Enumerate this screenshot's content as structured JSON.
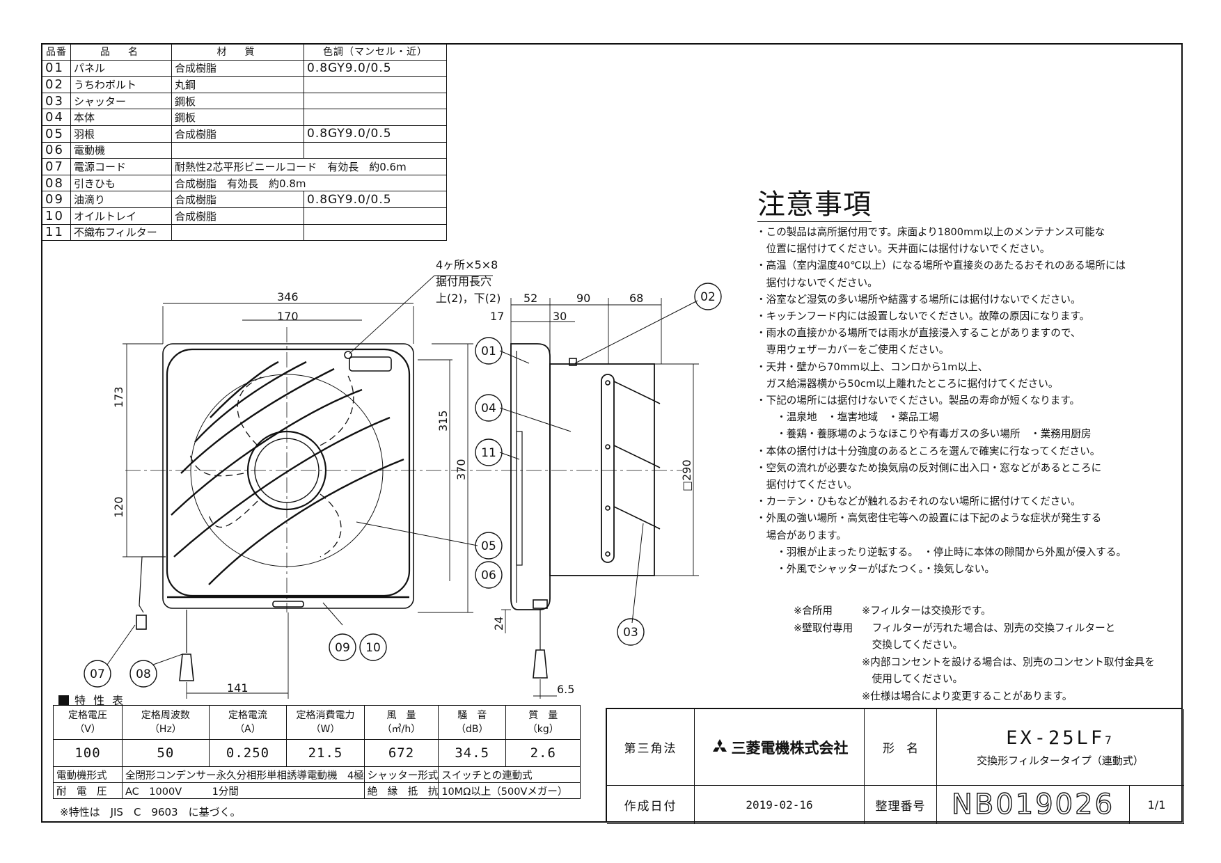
{
  "parts_table": {
    "headers": [
      "品番",
      "品　名",
      "材　質",
      "色調（マンセル・近）"
    ],
    "rows": [
      [
        "01",
        "パネル",
        "合成樹脂",
        "0.8GY9.0/0.5"
      ],
      [
        "02",
        "うちわボルト",
        "丸鋼",
        ""
      ],
      [
        "03",
        "シャッター",
        "鋼板",
        ""
      ],
      [
        "04",
        "本体",
        "鋼板",
        ""
      ],
      [
        "05",
        "羽根",
        "合成樹脂",
        "0.8GY9.0/0.5"
      ],
      [
        "06",
        "電動機",
        "",
        ""
      ],
      [
        "07",
        "電源コード",
        "耐熱性2芯平形ビニールコード　有効長　約0.6m",
        ""
      ],
      [
        "08",
        "引きひも",
        "合成樹脂　有効長　約0.8m",
        ""
      ],
      [
        "09",
        "油滴り",
        "合成樹脂",
        "0.8GY9.0/0.5"
      ],
      [
        "10",
        "オイルトレイ",
        "合成樹脂",
        ""
      ],
      [
        "11",
        "不織布フィルター",
        "",
        ""
      ]
    ]
  },
  "caution": {
    "title": "注意事項",
    "lines": [
      "・この製品は高所据付用です。床面より1800mm以上のメンテナンス可能な",
      "　位置に据付けてください。天井面には据付けないでください。",
      "・高温（室内温度40℃以上）になる場所や直接炎のあたるおそれのある場所には",
      "　据付けないでください。",
      "・浴室など湿気の多い場所や結露する場所には据付けないでください。",
      "・キッチンフード内には設置しないでください。故障の原因になります。",
      "・雨水の直接かかる場所では雨水が直接浸入することがありますので、",
      "　専用ウェザーカバーをご使用ください。",
      "・天井・壁から70mm以上、コンロから1m以上、",
      "　ガス給湯器横から50cm以上離れたところに据付けてください。",
      "・下記の場所には据付けないでください。製品の寿命が短くなります。",
      "　　・温泉地　・塩害地域　・薬品工場",
      "　　・養鶏・養豚場のようなほこりや有毒ガスの多い場所　・業務用厨房",
      "・本体の据付けは十分強度のあるところを選んで確実に行なってください。",
      "・空気の流れが必要なため換気扇の反対側に出入口・窓などがあるところに",
      "　据付けてください。",
      "・カーテン・ひもなどが触れるおそれのない場所に据付けてください。",
      "・外風の強い場所・高気密住宅等への設置には下記のような症状が発生する",
      "　場合があります。",
      "　　・羽根が止まったり逆転する。　・停止時に本体の隙間から外風が侵入する。",
      "　　・外風でシャッターがばたつく。・換気しない。"
    ]
  },
  "notes": [
    [
      "※合所用",
      "※フィルターは交換形です。"
    ],
    [
      "※壁取付専用",
      "　フィルターが汚れた場合は、別売の交換フィルターと"
    ],
    [
      "",
      "　交換してください。"
    ],
    [
      "",
      "※内部コンセントを設ける場合は、別売のコンセント取付金具を"
    ],
    [
      "",
      "　使用してください。"
    ],
    [
      "",
      "※仕様は場合により変更することがあります。"
    ]
  ],
  "drawing": {
    "hole_note": [
      "4ヶ所×5×8",
      "据付用長穴",
      "上(2)，下(2)"
    ],
    "dims": {
      "width": "346",
      "half": "170",
      "height_left_top": "173",
      "height_left_bottom": "120",
      "h315": "315",
      "h370": "370",
      "pull_offset": "141",
      "depth52": "52",
      "depth90": "90",
      "depth68": "68",
      "d17": "17",
      "d30": "30",
      "sq290": "□290",
      "d24": "24",
      "d65": "6.5"
    },
    "callouts": [
      "01",
      "02",
      "03",
      "04",
      "05",
      "06",
      "07",
      "08",
      "09",
      "10",
      "11"
    ]
  },
  "spec": {
    "title": "特 性 表",
    "headers": [
      [
        "定格電圧",
        "（V）"
      ],
      [
        "定格周波数",
        "（Hz）"
      ],
      [
        "定格電流",
        "（A）"
      ],
      [
        "定格消費電力",
        "（W）"
      ],
      [
        "風　量",
        "（㎥/h）"
      ],
      [
        "騒　音",
        "（dB）"
      ],
      [
        "質　量",
        "（kg）"
      ]
    ],
    "values": [
      "100",
      "50",
      "0.250",
      "21.5",
      "672",
      "34.5",
      "2.6"
    ],
    "motor_label": "電動機形式",
    "motor_value": "全閉形コンデンサー永久分相形単相誘導電動機　4極",
    "shutter_label": "シャッター形式",
    "shutter_value": "スイッチとの連動式",
    "voltage_label": "耐　電　圧",
    "voltage_value": "AC　1000V　　　1分間",
    "insulation_label": "絶　縁　抵　抗",
    "insulation_value": "10MΩ以上（500Vメガー）",
    "footnote": "※特性は　JIS　C　9603　に基づく。"
  },
  "title_block": {
    "projection": "第三角法",
    "company": "三菱電機株式会社",
    "model_label": "形　名",
    "model": "EX-25LF",
    "model_sub": "7",
    "model_desc": "交換形フィルタータイプ（連動式）",
    "date_label": "作成日付",
    "date": "2019-02-16",
    "number_label": "整理番号",
    "number": "NB019026",
    "sheet": "1/1"
  }
}
